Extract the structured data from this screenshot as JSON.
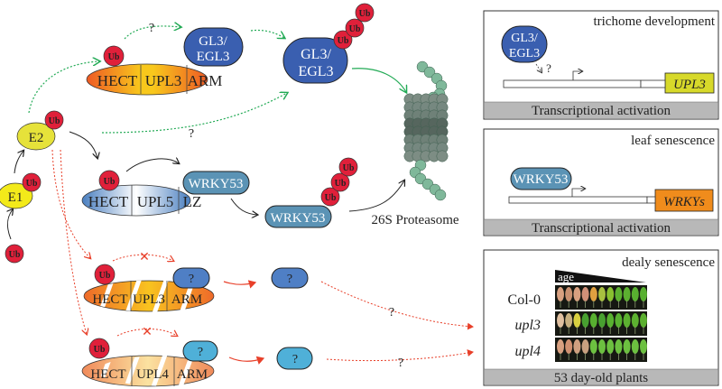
{
  "ub": "Ub",
  "question": "?",
  "cross": "✕",
  "e1": "E1",
  "e2": "E2",
  "upl3_complex": {
    "hect": "HECT",
    "name": "UPL3",
    "arm": "ARM"
  },
  "upl5_complex": {
    "hect": "HECT",
    "name": "UPL5",
    "lz": "LZ"
  },
  "upl3_mutant": {
    "hect": "HECT",
    "name": "UPL3",
    "arm": "ARM"
  },
  "upl4_mutant": {
    "hect": "HECT",
    "name": "UPL4",
    "arm": "ARM"
  },
  "gl3": {
    "line1": "GL3/",
    "line2": "EGL3"
  },
  "wrky53": "WRKY53",
  "proteasome_label": "26S Proteasome",
  "panels": {
    "trichome": {
      "title": "trichome development",
      "gene": "UPL3",
      "footer": "Transcriptional activation"
    },
    "leaf": {
      "title": "leaf senescence",
      "gene": "WRKYs",
      "footer": "Transcriptional activation"
    },
    "delay": {
      "title": "dealy senescence",
      "age_label": "age",
      "rows": [
        {
          "label": "Col-0",
          "italic": false
        },
        {
          "label": "upl3",
          "italic": true
        },
        {
          "label": "upl4",
          "italic": true
        }
      ],
      "footer": "53 day-old plants"
    }
  },
  "colors": {
    "ub": "#e0203a",
    "gl3": "#3a5fb0",
    "wrky": "#5b93b5",
    "upl3_orange": "#f07a2a",
    "upl3_yellow": "#f7c91c",
    "upl5_blue": "#4f87c5",
    "e1": "#f3ea1a",
    "e2": "#e6e23a",
    "green_arrow": "#22aa55",
    "red_arrow": "#e8402a",
    "upl3_box": "#d7d92a",
    "wrkys_box": "#f08c1c",
    "footer_bar": "#b8b8b8",
    "proteasome": "#7fb89a"
  }
}
